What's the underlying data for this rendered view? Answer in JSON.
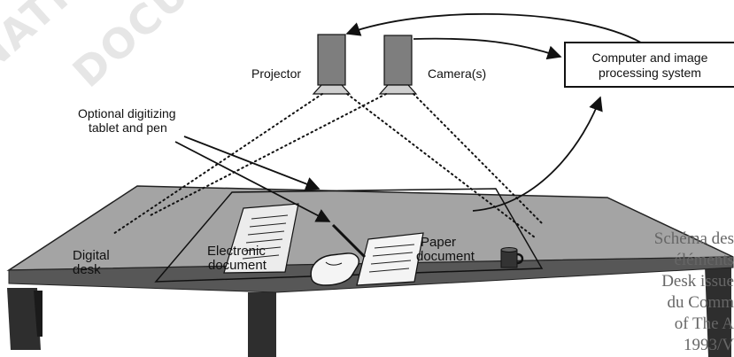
{
  "diagram": {
    "projector_label": "Projector",
    "camera_label": "Camera(s)",
    "computer_label_line1": "Computer and image",
    "computer_label_line2": "processing system",
    "tablet_label_line1": "Optional digitizing",
    "tablet_label_line2": "tablet and pen",
    "digital_desk_line1": "Digital",
    "digital_desk_line2": "desk",
    "electronic_doc_line1": "Electronic",
    "electronic_doc_line2": "document",
    "paper_doc_line1": "Paper",
    "paper_doc_line2": "document"
  },
  "watermark": {
    "line1": "NATIO",
    "line2": "DOCU"
  },
  "caption": {
    "lines": [
      "Schéma des",
      "éléments",
      "Desk issue",
      "du Comm",
      "of The A",
      "1993/V"
    ]
  },
  "colors": {
    "desk_top": "#a4a4a4",
    "desk_edge": "#575757",
    "desk_legs": "#2e2e2e",
    "device": "#7e7e7e",
    "caption": "#666666"
  }
}
